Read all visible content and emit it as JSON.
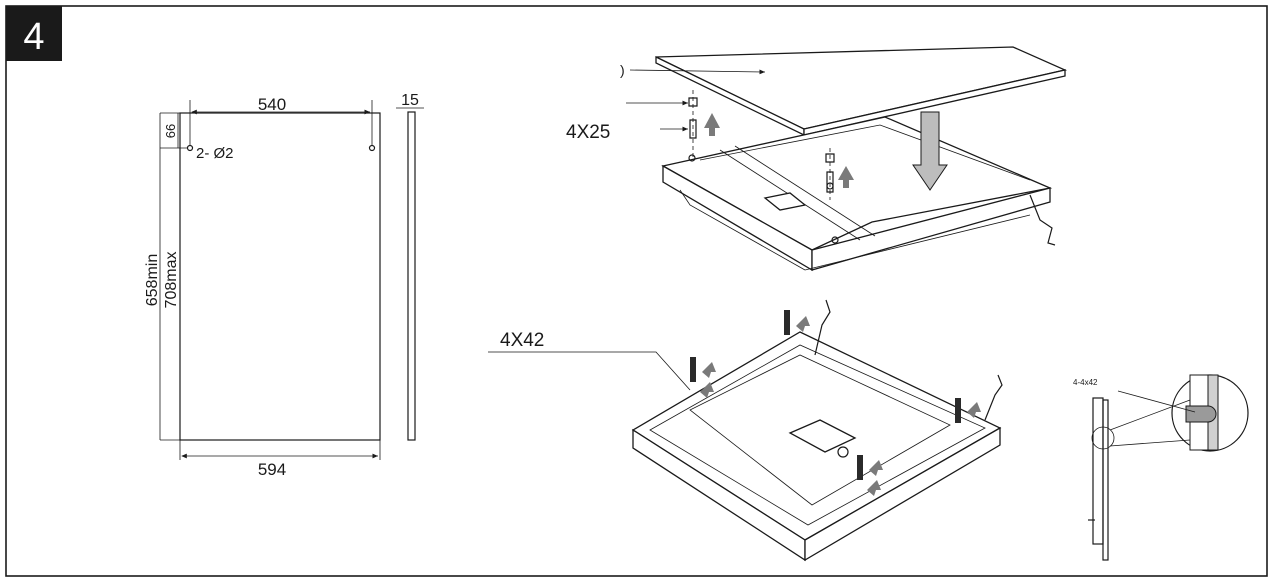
{
  "step": {
    "number": "4"
  },
  "panel_drawing": {
    "top_width": "540",
    "top_offset": "66",
    "holes": "2- Ø2",
    "height_min": "658min",
    "height_max": "708max",
    "bottom_width": "594",
    "thickness": "15"
  },
  "top_assembly": {
    "left_mark": ")",
    "screw_label": "4X25"
  },
  "bottom_assembly": {
    "screw_label": "4X42"
  },
  "detail": {
    "label": "4-4x42"
  },
  "colors": {
    "line": "#1a1a1a",
    "arrow_fill": "#7a7a7a",
    "badge": "#1a1a1a",
    "badge_text": "#ffffff"
  }
}
